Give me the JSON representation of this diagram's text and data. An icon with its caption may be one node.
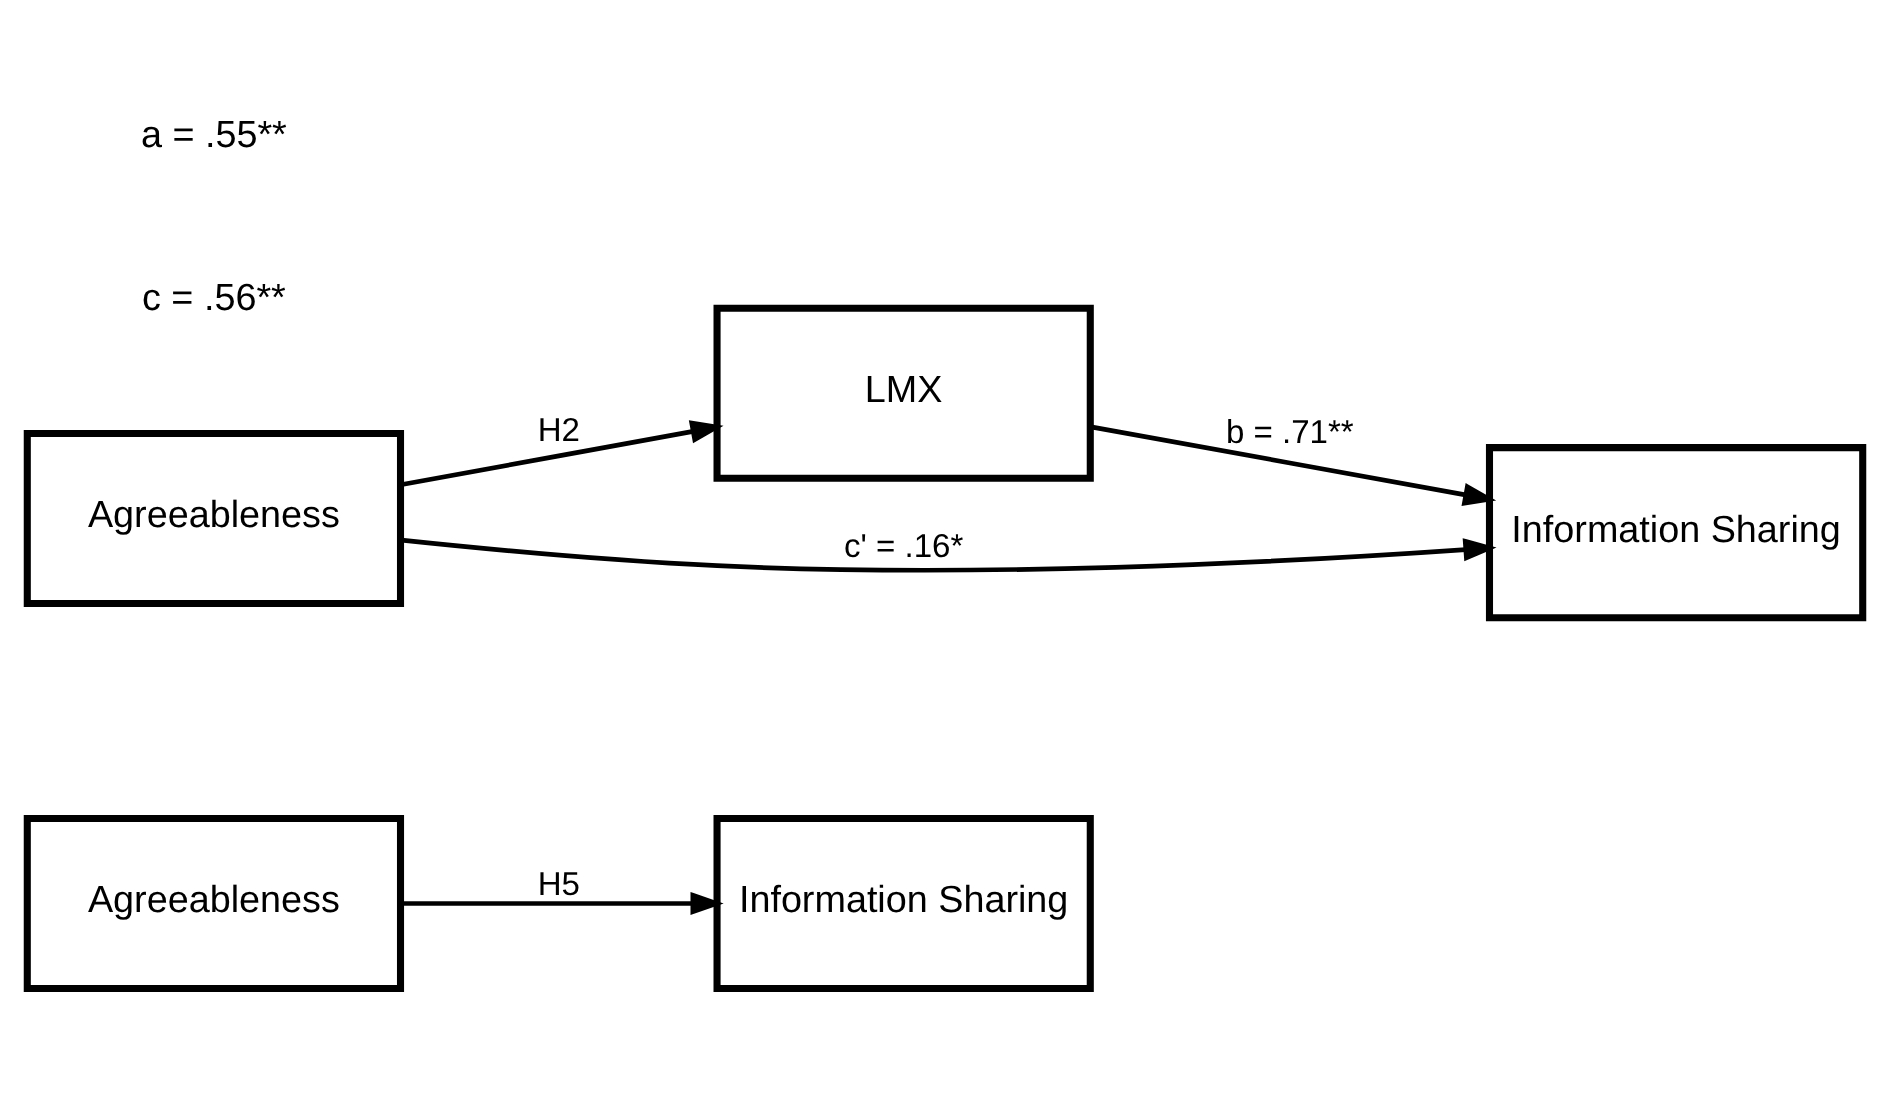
{
  "diagram": {
    "nodes": [
      {
        "text": [
          "Agreeableness"
        ]
      },
      {
        "text": [
          "Information Sharing"
        ]
      },
      {
        "text": [
          "LMX"
        ]
      },
      {
        "text": [
          "Agreeableness"
        ]
      },
      {
        "text": [
          "Information Sharing"
        ]
      }
    ],
    "edges": [
      {
        "from": 0,
        "to": 1,
        "arrow": "to",
        "label": "H5"
      },
      {
        "from": 3,
        "to": 2,
        "arrow": "to",
        "label": "H2"
      },
      {
        "from": 2,
        "to": 4,
        "arrow": "to",
        "label": "b = .71**"
      },
      {
        "from": 3,
        "to": 4,
        "arrow": "to",
        "label": "c' = .16*"
      }
    ],
    "labels": [
      "c = .56**",
      "a = .55**"
    ]
  }
}
